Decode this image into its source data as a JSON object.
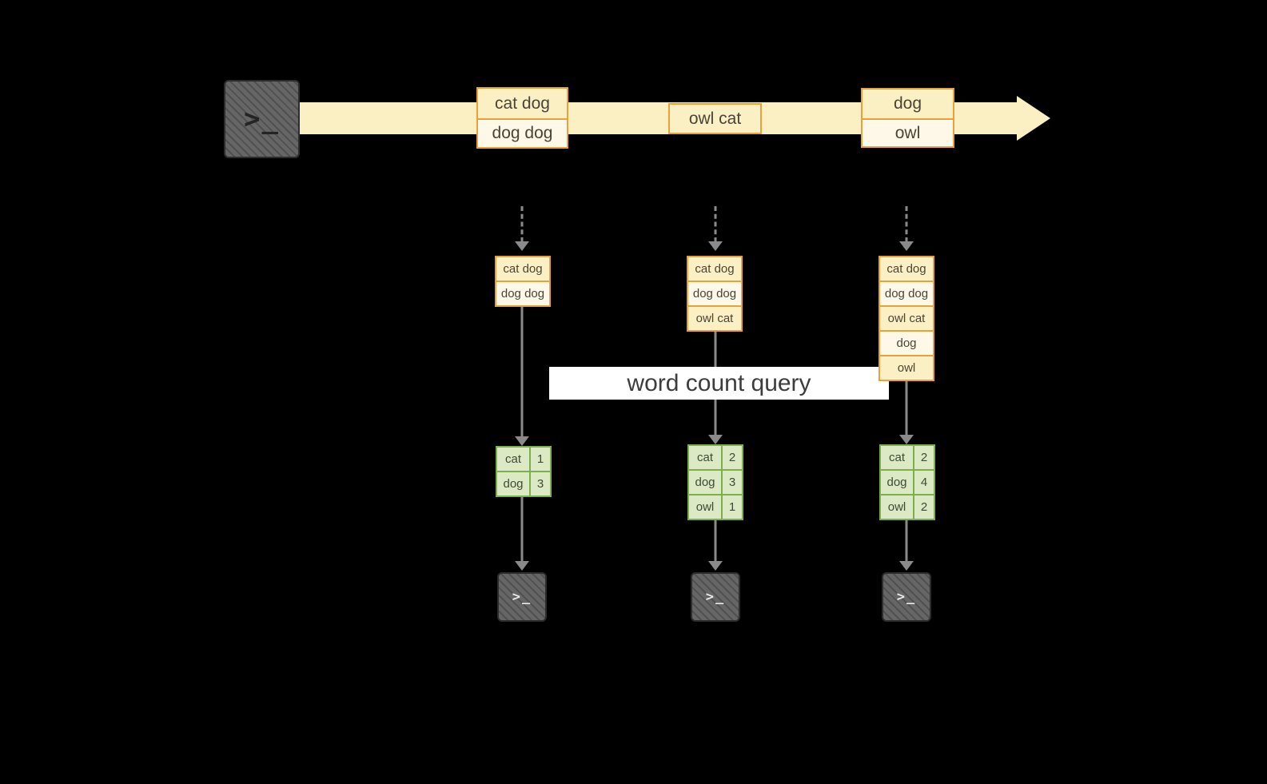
{
  "colors": {
    "background": "#000000",
    "stream_band": "#faf0c4",
    "event_box_border": "#e9a23b",
    "event_box_fill_a": "#faf0c4",
    "event_box_fill_b": "#fdf8e8",
    "result_border": "#7fae4e",
    "result_fill": "#dce9c5",
    "arrow": "#8a8a8a",
    "terminal_fill": "#666666",
    "banner_background": "#ffffff",
    "text": "#4a4437"
  },
  "glyphs": {
    "terminal_prompt": ">_"
  },
  "banner": {
    "label": "word count query"
  },
  "stream": {
    "events": [
      {
        "rows": [
          "cat dog",
          "dog dog"
        ]
      },
      {
        "rows": [
          "owl cat"
        ]
      },
      {
        "rows": [
          "dog",
          "owl"
        ]
      }
    ]
  },
  "columns": [
    {
      "input_rows": [
        "cat dog",
        "dog dog"
      ],
      "result_rows": [
        {
          "word": "cat",
          "count": "1"
        },
        {
          "word": "dog",
          "count": "3"
        }
      ]
    },
    {
      "input_rows": [
        "cat dog",
        "dog dog",
        "owl cat"
      ],
      "result_rows": [
        {
          "word": "cat",
          "count": "2"
        },
        {
          "word": "dog",
          "count": "3"
        },
        {
          "word": "owl",
          "count": "1"
        }
      ]
    },
    {
      "input_rows": [
        "cat dog",
        "dog dog",
        "owl cat",
        "dog",
        "owl"
      ],
      "result_rows": [
        {
          "word": "cat",
          "count": "2"
        },
        {
          "word": "dog",
          "count": "4"
        },
        {
          "word": "owl",
          "count": "2"
        }
      ]
    }
  ]
}
